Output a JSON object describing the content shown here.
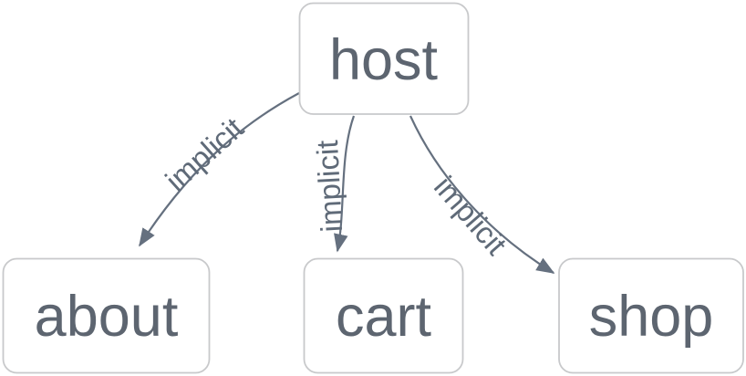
{
  "diagram": {
    "type": "graph",
    "background": "#ffffff",
    "nodes": [
      {
        "id": "host",
        "label": "host"
      },
      {
        "id": "about",
        "label": "about"
      },
      {
        "id": "cart",
        "label": "cart"
      },
      {
        "id": "shop",
        "label": "shop"
      }
    ],
    "edges": [
      {
        "from": "host",
        "to": "about",
        "label": "implicit"
      },
      {
        "from": "host",
        "to": "cart",
        "label": "implicit"
      },
      {
        "from": "host",
        "to": "shop",
        "label": "implicit"
      }
    ],
    "colors": {
      "node_fill": "#ffffff",
      "node_border": "#c8c9cb",
      "node_text": "#5d6570",
      "edge_stroke": "#65707f",
      "edge_label_text": "#5f6a78"
    }
  }
}
